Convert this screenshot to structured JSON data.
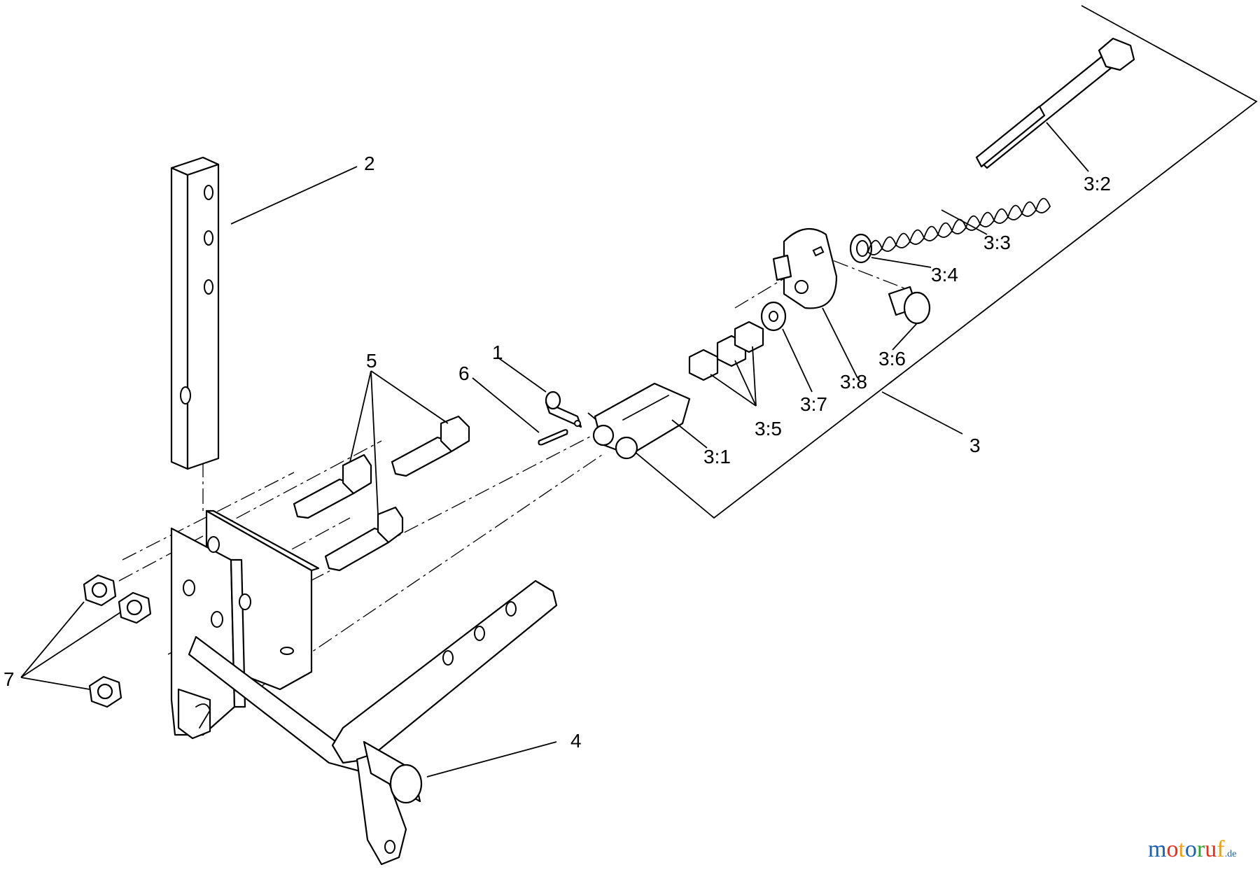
{
  "diagram": {
    "callouts": {
      "c1": "1",
      "c2": "2",
      "c3": "3",
      "c3_1": "3:1",
      "c3_2": "3:2",
      "c3_3": "3:3",
      "c3_4": "3:4",
      "c3_5": "3:5",
      "c3_6": "3:6",
      "c3_7": "3:7",
      "c3_8": "3:8",
      "c4": "4",
      "c5": "5",
      "c6": "6",
      "c7": "7"
    }
  },
  "watermark": {
    "text": "motoruf",
    "domain": ".de",
    "colors": {
      "letters": [
        "#1a5fb0",
        "#e03020",
        "#f0a000",
        "#1a5fb0",
        "#30a030",
        "#e03020",
        "#f0a000"
      ],
      "domain": "#1a5fb0"
    }
  }
}
